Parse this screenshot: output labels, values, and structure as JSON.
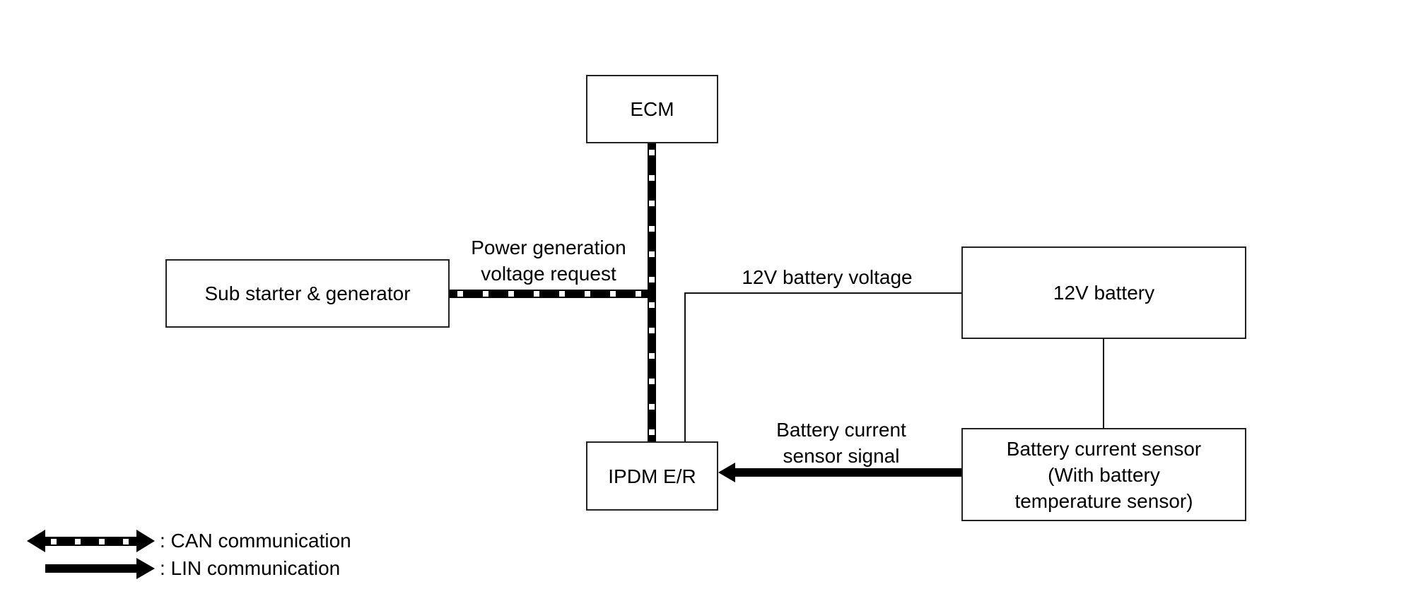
{
  "diagram": {
    "nodes": {
      "ecm": "ECM",
      "sub_starter": "Sub starter & generator",
      "battery": "12V battery",
      "ipdm": "IPDM E/R",
      "sensor_line1": "Battery current sensor",
      "sensor_line2": "(With battery",
      "sensor_line3": "temperature sensor)"
    },
    "edge_labels": {
      "power_request_line1": "Power generation",
      "power_request_line2": "voltage request",
      "battery_voltage": "12V battery voltage",
      "sensor_signal_line1": "Battery current",
      "sensor_signal_line2": "sensor signal"
    },
    "edges": [
      {
        "from": "ECM",
        "to": "IPDM E/R",
        "type": "CAN"
      },
      {
        "from": "Sub starter & generator",
        "to": "CAN bus",
        "type": "CAN",
        "label": "Power generation voltage request"
      },
      {
        "from": "12V battery",
        "to": "IPDM E/R",
        "type": "wire",
        "label": "12V battery voltage"
      },
      {
        "from": "12V battery",
        "to": "Battery current sensor",
        "type": "wire"
      },
      {
        "from": "Battery current sensor",
        "to": "IPDM E/R",
        "type": "LIN",
        "label": "Battery current sensor signal"
      }
    ],
    "legend": {
      "can": ": CAN communication",
      "lin": ": LIN communication"
    },
    "colors": {
      "line": "#000000",
      "box_border": "#222222",
      "background": "#ffffff"
    }
  }
}
